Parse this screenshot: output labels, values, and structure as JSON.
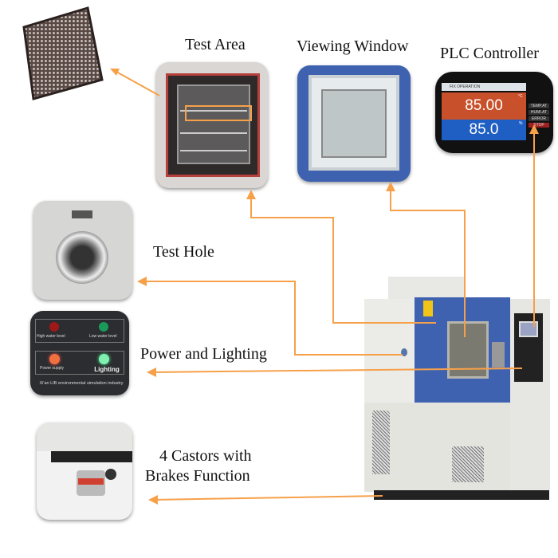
{
  "labels": {
    "test_area": "Test Area",
    "viewing_window": "Viewing Window",
    "plc_controller": "PLC Controller",
    "test_hole": "Test Hole",
    "power_lighting": "Power and  Lighting",
    "castors_line1": "4 Castors with",
    "castors_line2": "Brakes Function"
  },
  "plc_screen": {
    "title": "FIX OPERATION",
    "temperature": "85.00",
    "temp_unit": "°C",
    "humidity": "85.0",
    "hum_unit": "%",
    "buttons": [
      "TEMP.AT",
      "HUMI.AT",
      "ERROR",
      "STOP"
    ]
  },
  "indicator_panel": {
    "lights": [
      "High water level",
      "Low water level",
      "Power supply",
      "Lighting"
    ],
    "footer": "Xi'an LIB environmental simulation industry"
  },
  "colors": {
    "arrow": "#f7a04a",
    "door_blue": "#3e62b0",
    "plc_red": "#c8502a",
    "plc_blue": "#1f5fc4"
  }
}
